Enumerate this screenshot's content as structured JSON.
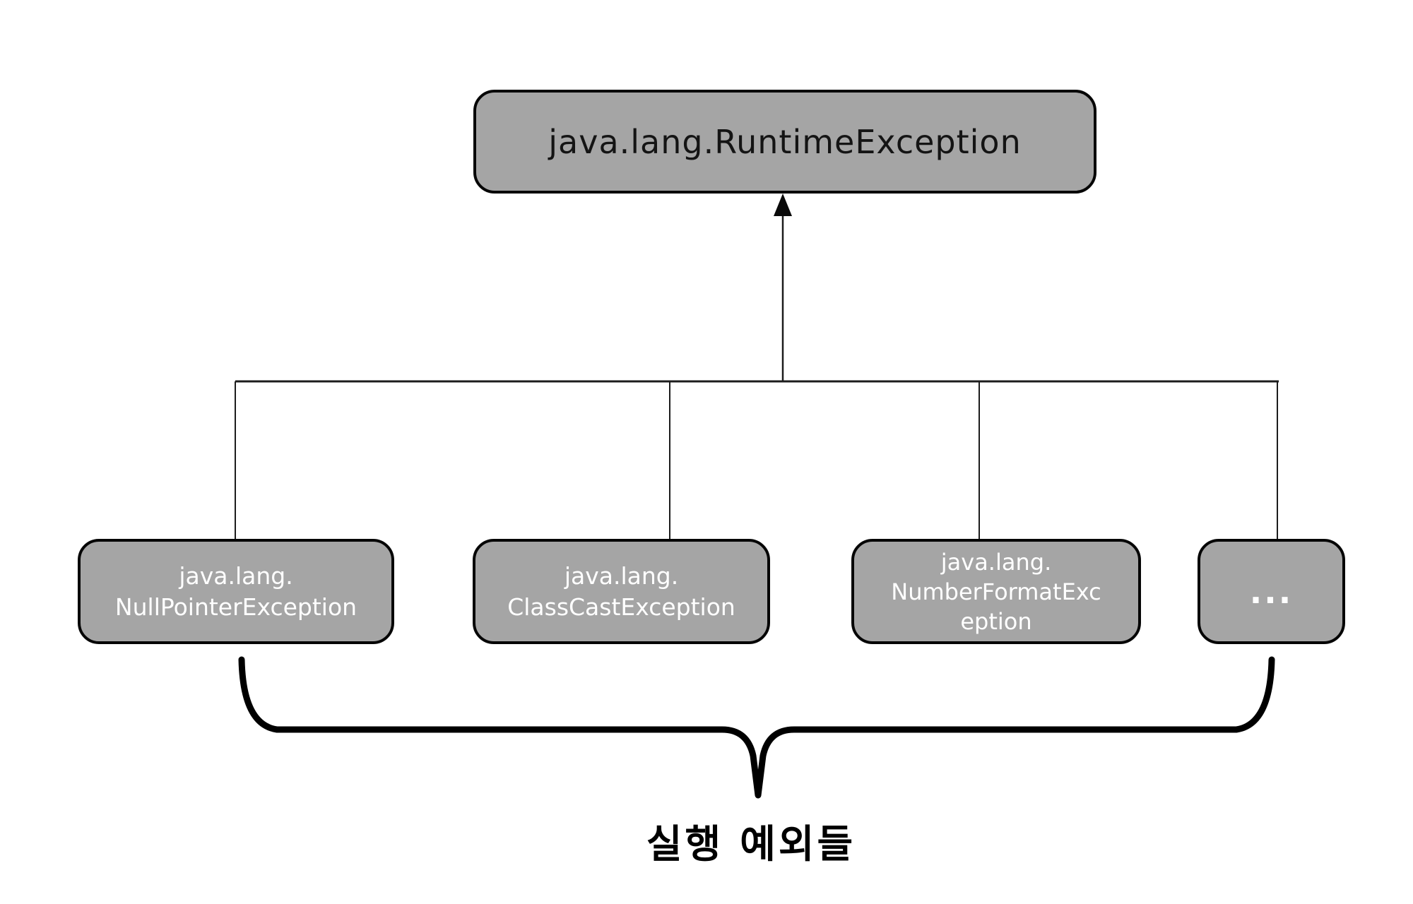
{
  "diagram": {
    "title_semantic": "Java runtime exception hierarchy",
    "parent": {
      "label": "java.lang.RuntimeException"
    },
    "children": [
      {
        "id": "null-pointer-exception",
        "lines": [
          "java.lang.",
          "NullPointerException"
        ]
      },
      {
        "id": "class-cast-exception",
        "lines": [
          "java.lang.",
          "ClassCastException"
        ]
      },
      {
        "id": "number-format-exception",
        "lines": [
          "java.lang.",
          "NumberFormatExc",
          "eption"
        ]
      },
      {
        "id": "ellipsis",
        "lines": [
          "..."
        ]
      }
    ],
    "caption": "실행 예외들",
    "colors": {
      "background": "#ffffff",
      "box_fill": "#a5a5a5",
      "box_border": "#050505",
      "parent_text": "#141414",
      "child_text": "#ffffff",
      "connector_line": "#1c1c1c",
      "brace": "#000000"
    }
  }
}
